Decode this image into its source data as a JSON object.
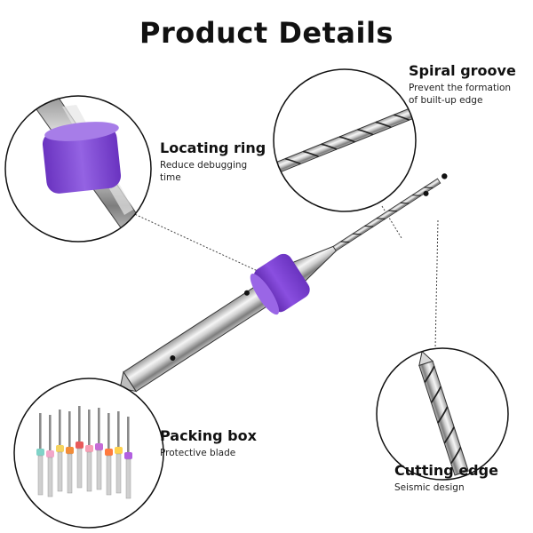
{
  "page": {
    "title": "Product Details"
  },
  "callouts": {
    "locating_ring": {
      "title": "Locating ring",
      "desc_line1": "Reduce debugging",
      "desc_line2": "time"
    },
    "spiral_groove": {
      "title": "Spiral groove",
      "desc_line1": "Prevent the formation",
      "desc_line2": "of built-up edge"
    },
    "packing_box": {
      "title": "Packing box",
      "desc": "Protective blade"
    },
    "cutting_edge": {
      "title": "Cutting edge",
      "desc": "Seismic design"
    }
  },
  "colors": {
    "ring": "#7b3fd0",
    "ring_shadow": "#5a25a8",
    "ring_highlight": "#9a66e6",
    "steel_dark": "#6e6e6e",
    "steel_light": "#e8e8e8",
    "outline": "#222222",
    "cap_colors": [
      "#7fd3c8",
      "#f2a6c9",
      "#f4d35e",
      "#f28c38",
      "#e85a5a",
      "#f79fb5",
      "#c66bd6",
      "#ff7a3d",
      "#ffd24d",
      "#b25fe0"
    ]
  }
}
